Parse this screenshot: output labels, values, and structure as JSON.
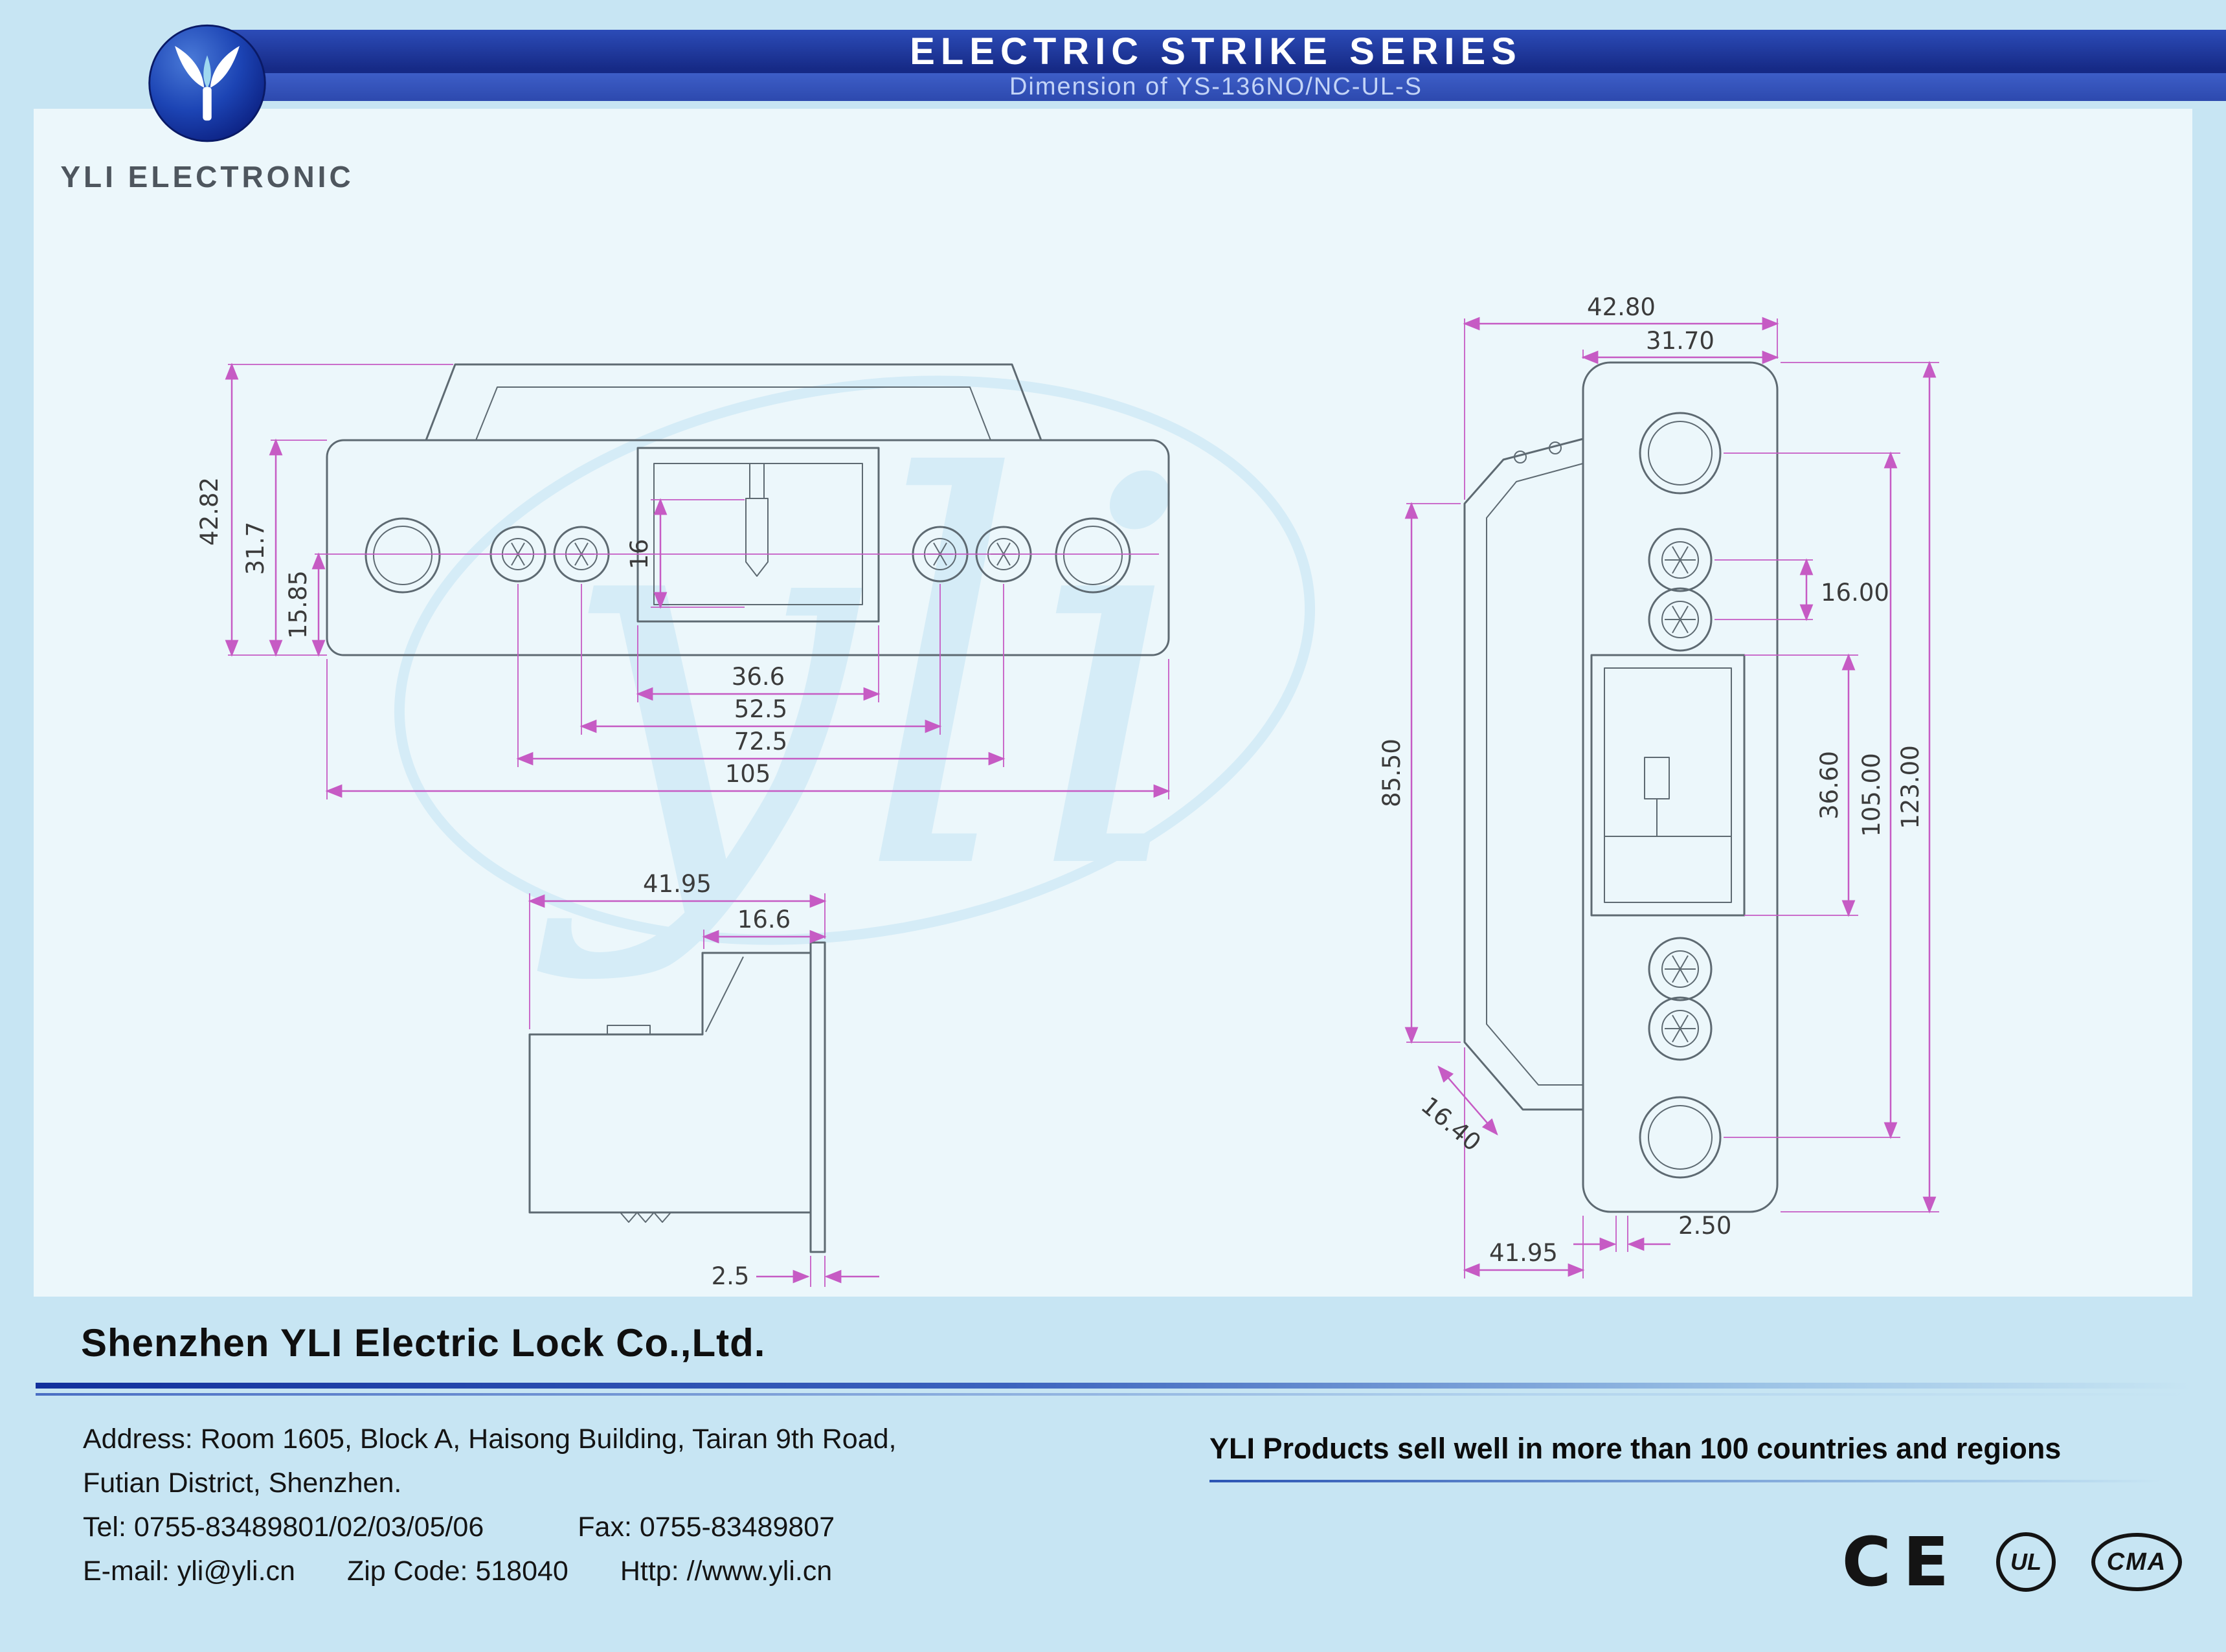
{
  "page": {
    "background": "#c7e5f3",
    "panel_background": "#ecf7fb",
    "accent_blue": "#16339e",
    "dimension_color": "#c65bc4"
  },
  "header": {
    "logo_text": "YLI ELECTRONIC",
    "banner": {
      "title": "ELECTRIC STRIKE SERIES",
      "subtitle": "Dimension of  YS-136NO/NC-UL-S"
    }
  },
  "drawing": {
    "watermark": "yli",
    "front_view": {
      "overall_height": "42.82",
      "body_height": "31.7",
      "center_offset": "15.85",
      "keeper_height": "16",
      "cutout_width": "36.6",
      "screw_span_inner": "52.5",
      "screw_span_outer": "72.5",
      "plate_length": "105"
    },
    "side_view": {
      "overall_depth": "41.95",
      "lip_depth": "16.6",
      "plate_thickness": "2.5"
    },
    "rear_view": {
      "overall_depth": "42.80",
      "plate_width": "31.70",
      "screw_spacing": "16.00",
      "body_height": "85.50",
      "cutout_height": "36.60",
      "hole_spacing": "105.00",
      "plate_height": "123.00",
      "lip_depth": "16.40",
      "body_depth": "41.95",
      "plate_thickness": "2.50"
    }
  },
  "footer": {
    "company": "Shenzhen YLI Electric Lock Co.,Ltd.",
    "address_line1": "Address: Room 1605, Block A, Haisong Building, Tairan 9th Road,",
    "address_line2": "Futian District, Shenzhen.",
    "tel": "Tel: 0755-83489801/02/03/05/06",
    "fax": "Fax: 0755-83489807",
    "email": "E-mail: yli@yli.cn",
    "zip": "Zip Code: 518040",
    "website": "Http: //www.yli.cn",
    "slogan": "YLI Products sell well in more than 100 countries and regions",
    "certifications": {
      "ce": "CE",
      "ul": "UL",
      "cma": "CMA"
    }
  }
}
